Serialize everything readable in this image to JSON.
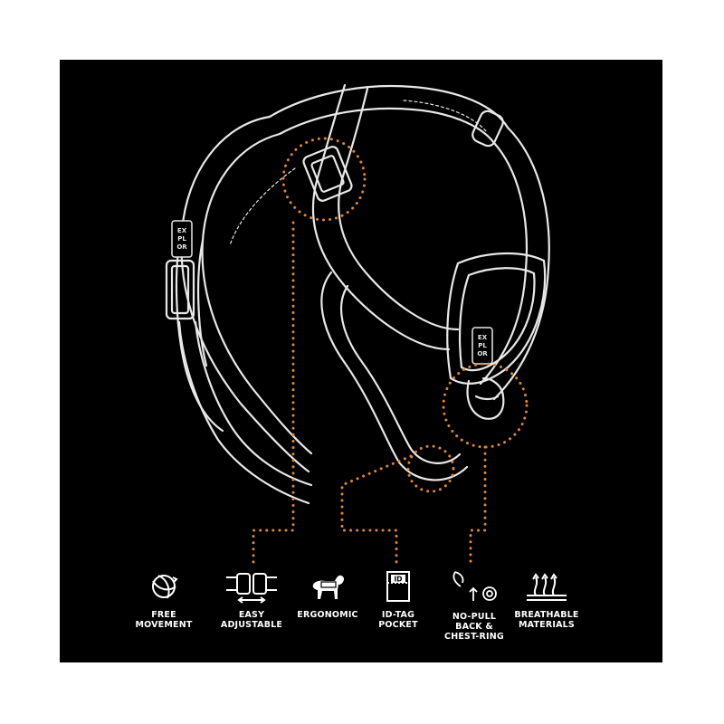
{
  "colors": {
    "background": "#000000",
    "line": "#e8e8e8",
    "accent_dots": "#d9863d",
    "text": "#ffffff"
  },
  "harness": {
    "brand_tag_side": "EX\nPL\nOR",
    "brand_tag_front": "EX\nPL\nOR"
  },
  "features": [
    {
      "icon": "free-movement-icon",
      "label": "FREE\nMOVEMENT"
    },
    {
      "icon": "easy-adjustable-icon",
      "label": "EASY\nADJUSTABLE"
    },
    {
      "icon": "ergonomic-dog-icon",
      "label": "ERGONOMIC"
    },
    {
      "icon": "id-tag-pocket-icon",
      "label": "ID-TAG\nPOCKET",
      "icon_text": "ID"
    },
    {
      "icon": "no-pull-ring-icon",
      "label": "NO-PULL\nBACK &\nCHEST-RING"
    },
    {
      "icon": "breathable-materials-icon",
      "label": "BREATHABLE\nMATERIALS"
    }
  ]
}
